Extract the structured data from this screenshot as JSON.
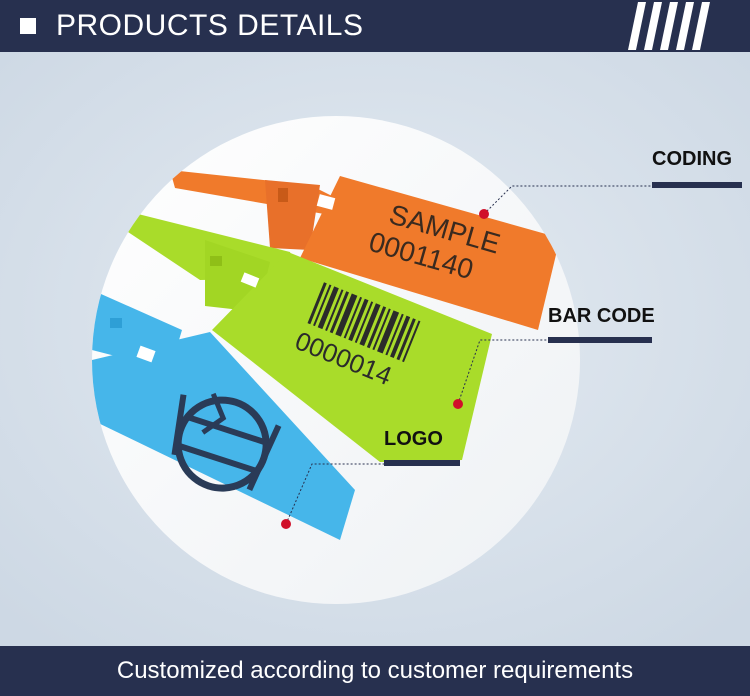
{
  "header": {
    "title": "PRODUCTS DETAILS"
  },
  "callouts": {
    "coding": "CODING",
    "bar_code": "BAR CODE",
    "logo": "LOGO"
  },
  "tags": {
    "orange_text_line1": "SAMPLE",
    "orange_text_line2": "0001140",
    "green_number": "0000014"
  },
  "footer": {
    "text": "Customized according to customer requirements"
  },
  "colors": {
    "header_bg": "#27304f",
    "orange_tag": "#f07a2b",
    "green_tag": "#a9dc2a",
    "blue_tag": "#46b6ea",
    "marker_red": "#d0102a"
  }
}
